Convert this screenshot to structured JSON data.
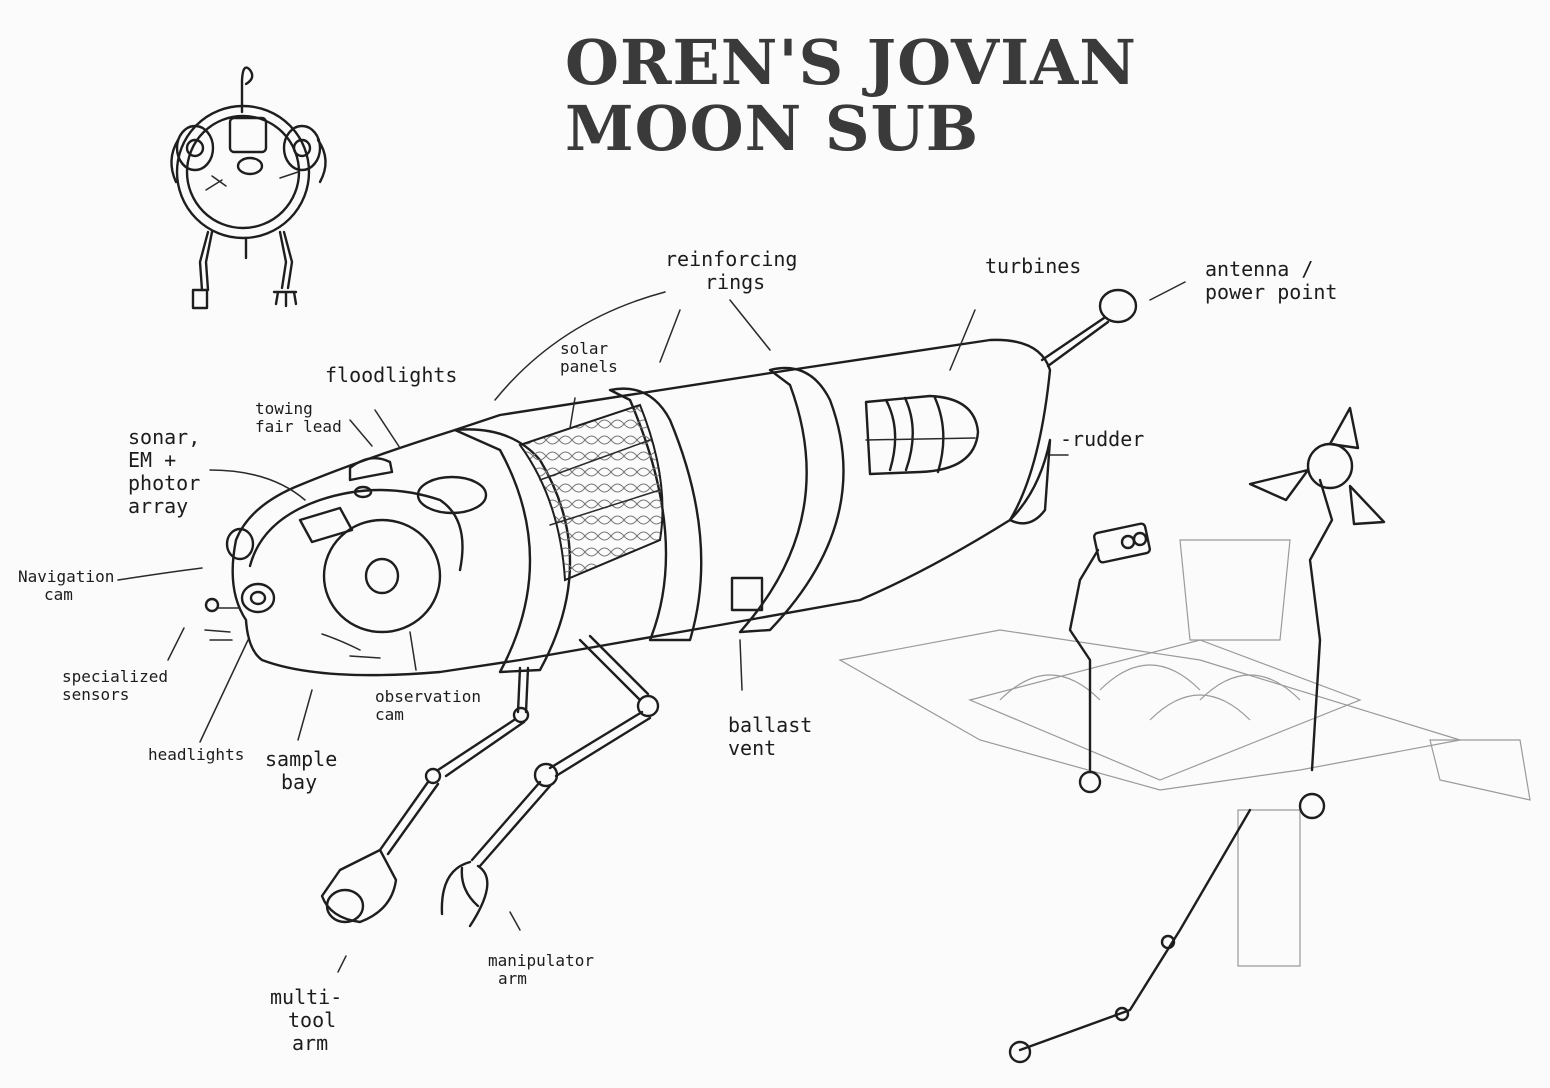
{
  "title": {
    "line1": "OREN'S JOVIAN",
    "line2": "MOON SUB"
  },
  "labels": {
    "reinforcing_rings": [
      "reinforcing",
      "rings"
    ],
    "turbines": [
      "turbines"
    ],
    "antenna": [
      "antenna /",
      "power point"
    ],
    "solar_panels": [
      "solar",
      "panels"
    ],
    "floodlights": [
      "floodlights"
    ],
    "towing": [
      "towing",
      "fair lead"
    ],
    "sonar": [
      "sonar,",
      "EM +",
      "photor",
      "array"
    ],
    "rudder": [
      "-rudder"
    ],
    "navigation": [
      "Navigation",
      "cam"
    ],
    "specialized": [
      "specialized",
      "sensors"
    ],
    "observation": [
      "observation",
      "cam"
    ],
    "ballast": [
      "ballast",
      "vent"
    ],
    "headlights": [
      "headlights"
    ],
    "sample": [
      "sample",
      "bay"
    ],
    "manipulator": [
      "manipulator",
      "arm"
    ],
    "multitool": [
      "multi-",
      "tool",
      "arm"
    ]
  }
}
